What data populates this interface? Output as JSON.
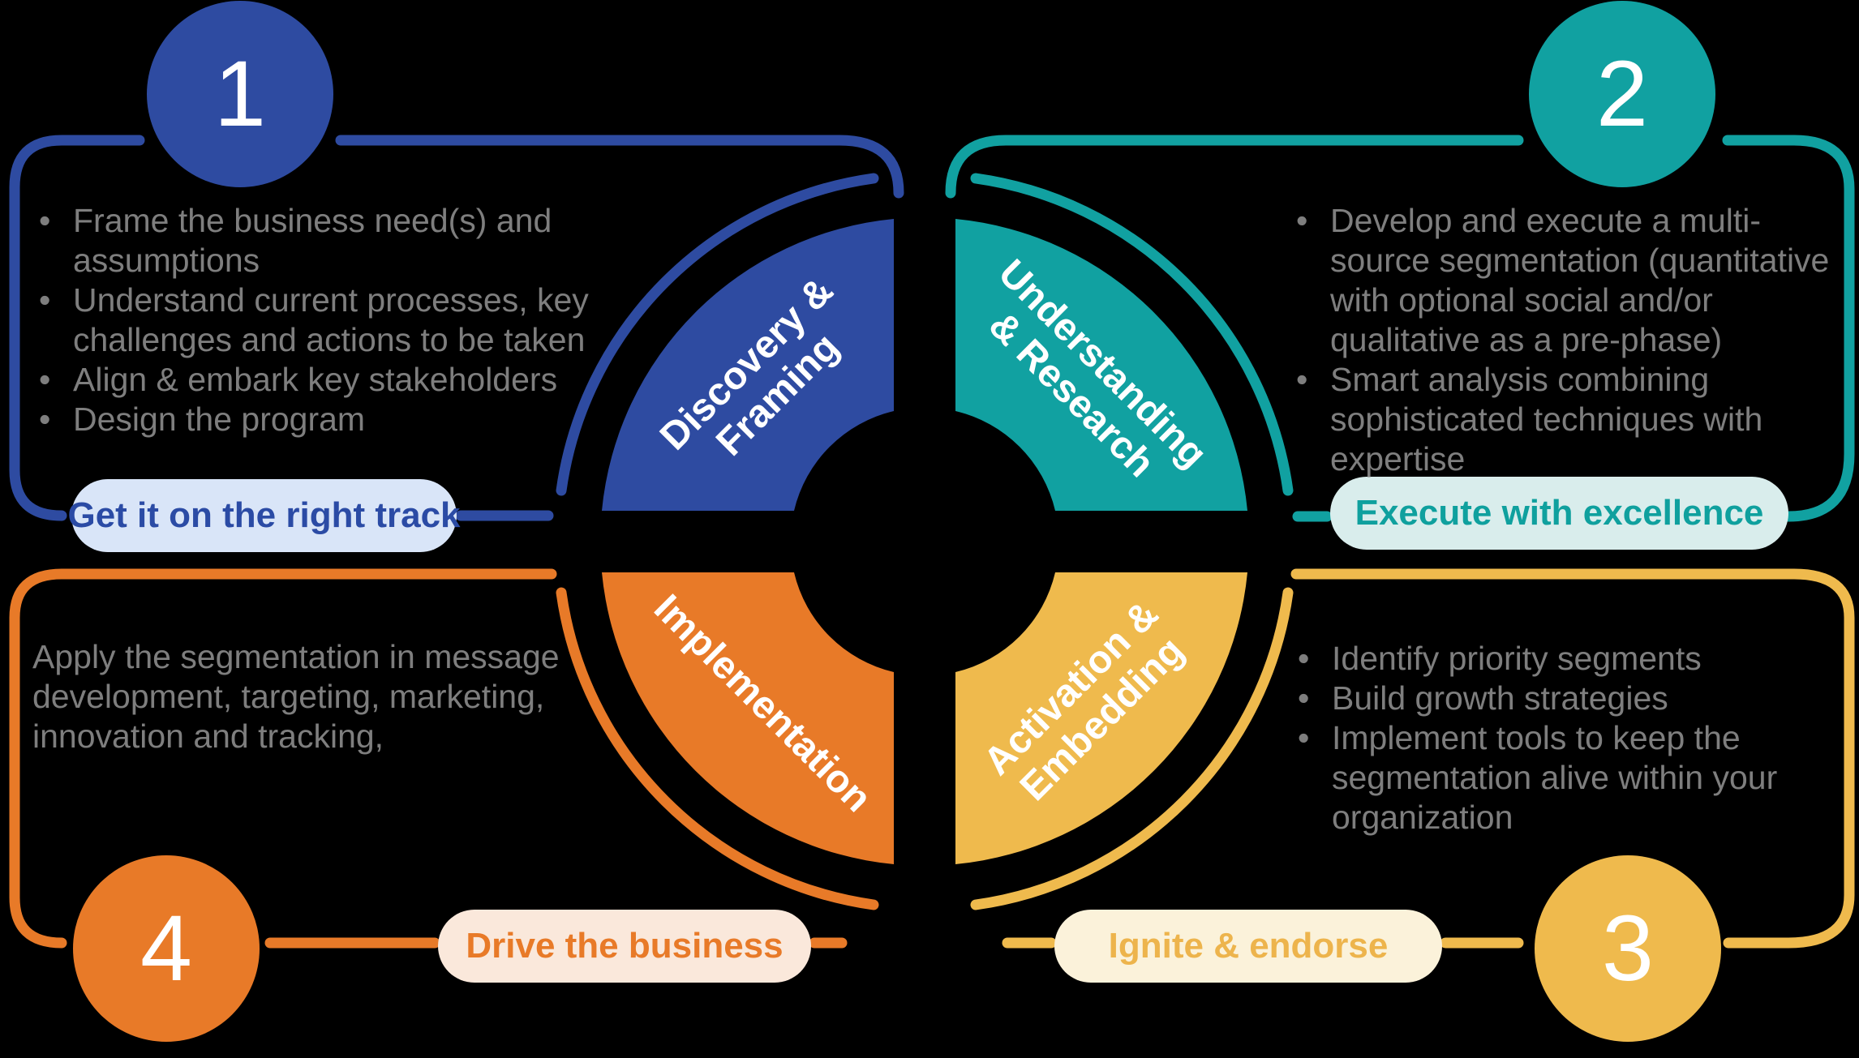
{
  "diagram": {
    "background": "#000000",
    "text_gray": "#7E7E7E"
  },
  "bullet_glyph": "•",
  "quadrants": [
    {
      "number": "1",
      "wedge_label": "Discovery &\nFraming",
      "pill": "Get it on the right track",
      "bullets": [
        "Frame the business need(s) and\nassumptions",
        "Understand current processes, key\nchallenges and actions to be taken",
        "Align & embark key stakeholders",
        "Design the program"
      ],
      "colors": {
        "accent": "#2E4BA1",
        "pill-bg": "#D9E5F8",
        "pill-text": "#2B4BA5"
      }
    },
    {
      "number": "2",
      "wedge_label": "Understanding\n& Research",
      "pill": "Execute with excellence",
      "bullets": [
        "Develop and execute a multi-\nsource segmentation (quantitative\nwith optional social and/or\nqualitative as a pre-phase)",
        "Smart analysis combining\nsophisticated techniques with\nexpertise"
      ],
      "colors": {
        "accent": "#11A1A1",
        "pill-bg": "#D9EDEC",
        "pill-text": "#0FA09E"
      }
    },
    {
      "number": "3",
      "wedge_label": "Activation &\nEmbedding",
      "pill": "Ignite & endorse",
      "bullets": [
        "Identify priority segments",
        "Build growth strategies",
        "Implement tools to keep the\nsegmentation alive within your\norganization"
      ],
      "colors": {
        "accent": "#EFBA4D",
        "pill-bg": "#FBF2DA",
        "pill-text": "#EDB44C"
      }
    },
    {
      "number": "4",
      "wedge_label": "Implementation",
      "pill": "Drive the business",
      "paragraph": "Apply the segmentation in message\ndevelopment, targeting, marketing,\ninnovation and tracking,",
      "colors": {
        "accent": "#E87A28",
        "pill-bg": "#FAE8DB",
        "pill-text": "#E87A28"
      }
    }
  ]
}
